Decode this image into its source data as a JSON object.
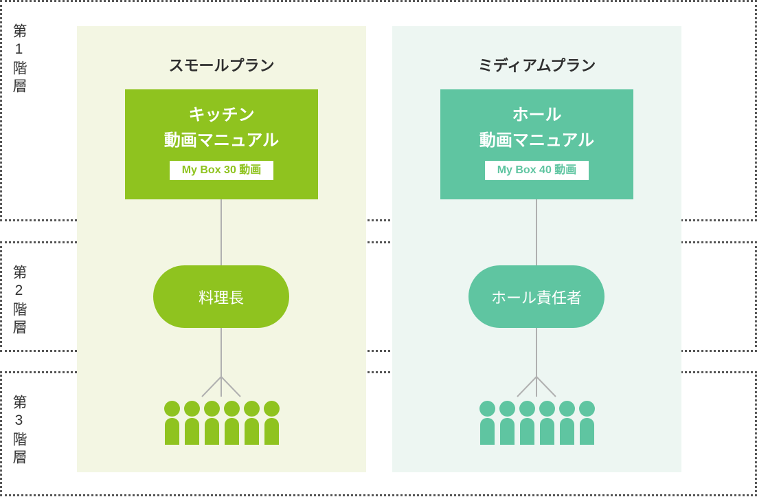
{
  "levels": [
    {
      "label": "第1階層"
    },
    {
      "label": "第2階層"
    },
    {
      "label": "第3階層"
    }
  ],
  "plans": [
    {
      "title": "スモールプラン",
      "manual_line1": "キッチン",
      "manual_line2": "動画マニュアル",
      "badge": "My Box 30 動画",
      "manager": "料理長",
      "staff_count": 6,
      "color_primary": "#8fc31f",
      "color_bg": "#f3f6e3"
    },
    {
      "title": "ミディアムプラン",
      "manual_line1": "ホール",
      "manual_line2": "動画マニュアル",
      "badge": "My Box 40 動画",
      "manager": "ホール責任者",
      "staff_count": 6,
      "color_primary": "#5fc5a1",
      "color_bg": "#edf6f2"
    }
  ],
  "style": {
    "dotted_border_color": "#565656",
    "connector_color": "#b0b0b0",
    "label_text_color": "#333333"
  }
}
